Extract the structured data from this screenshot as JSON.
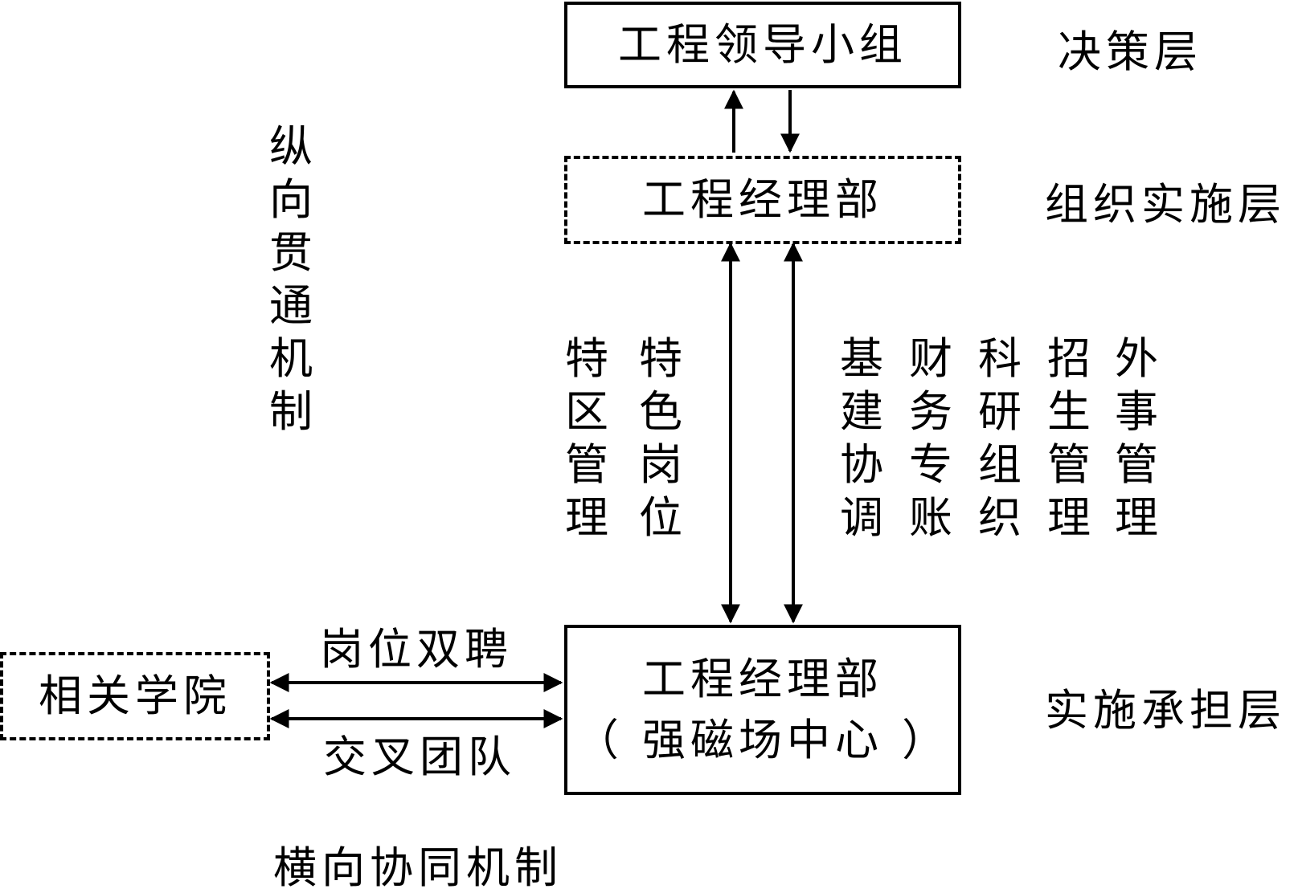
{
  "boxes": {
    "decision": "工程领导小组",
    "org_dept": "工程经理部",
    "impl_line1": "工程经理部",
    "impl_line2": "（ 强磁场中心 ）",
    "college": "相关学院"
  },
  "layers": {
    "decision": "决策层",
    "organization": "组织实施层",
    "implementation": "实施承担层"
  },
  "mechanisms": {
    "vertical": "纵向贯通机制",
    "horizontal": "横向协同机制"
  },
  "links": {
    "post_dual": "岗位双聘",
    "cross_team": "交叉团队"
  },
  "functions_left": [
    {
      "text": "特区管理"
    },
    {
      "text": "特色岗位"
    }
  ],
  "functions_right": [
    {
      "text": "基建协调"
    },
    {
      "text": "财务专账"
    },
    {
      "text": "科研组织"
    },
    {
      "text": "招生管理"
    },
    {
      "text": "外事管理"
    }
  ]
}
